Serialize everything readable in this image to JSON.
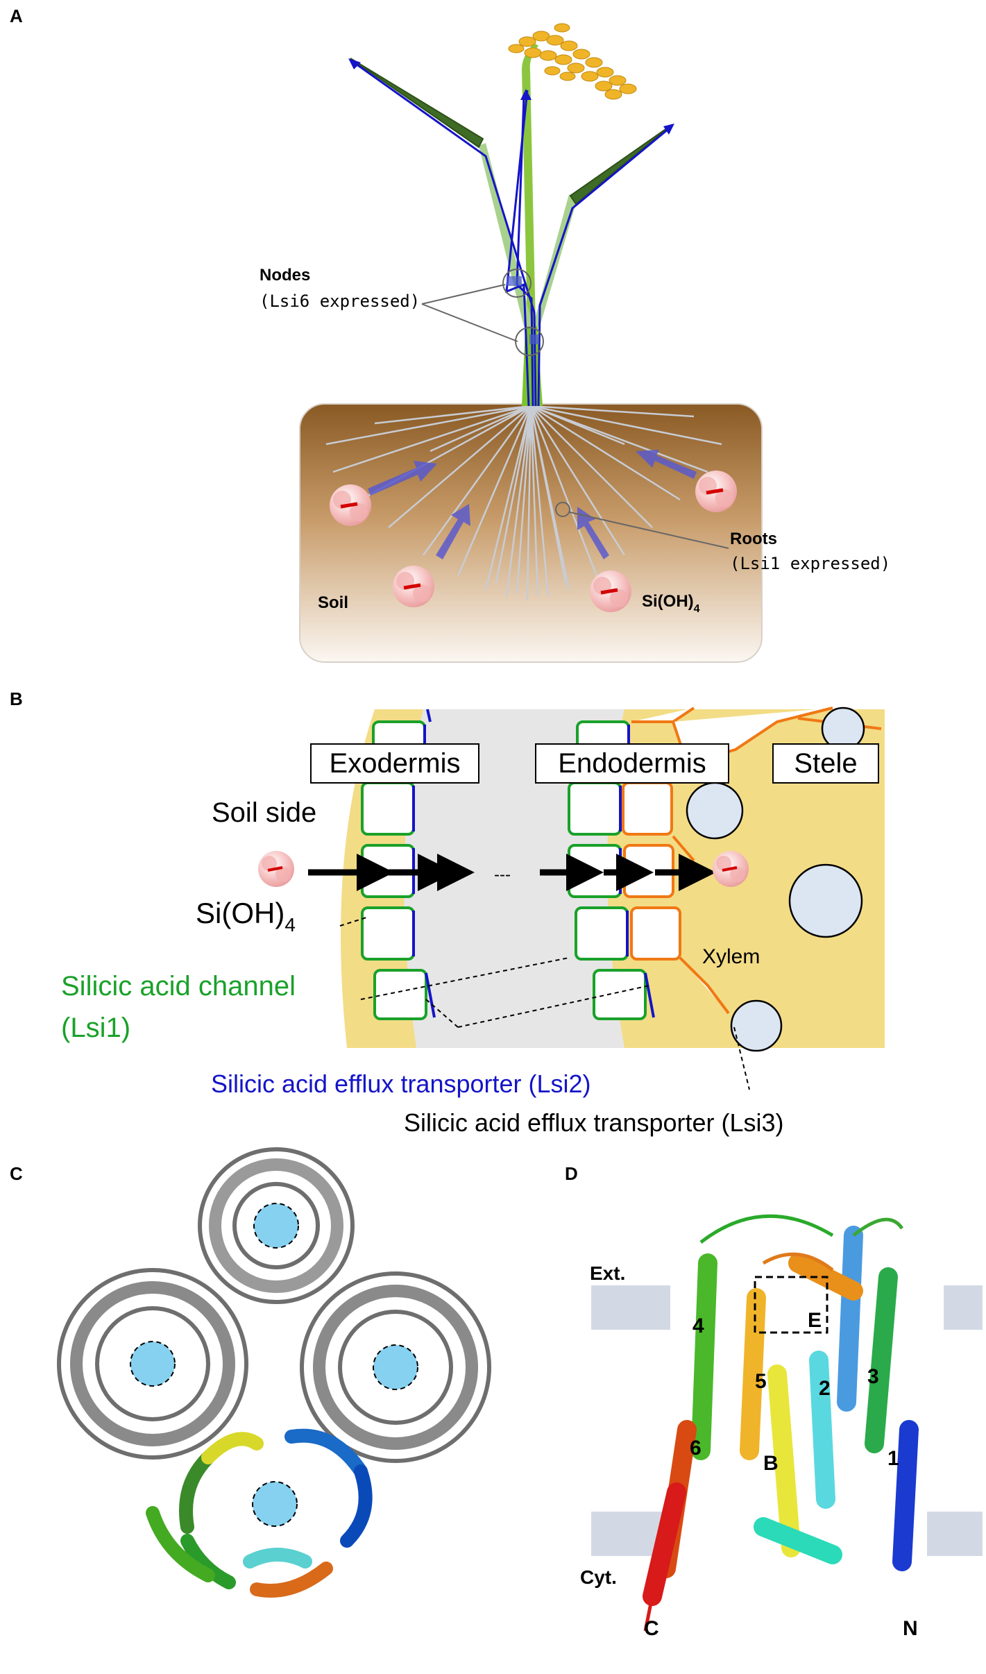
{
  "panels": {
    "a": {
      "letter": "A",
      "nodes_label": "Nodes",
      "nodes_sub": "(Lsi6 expressed)",
      "roots_label": "Roots",
      "roots_sub": "(Lsi1 expressed)",
      "soil_label": "Soil",
      "si_label": "Si(OH)",
      "si_sub": "4"
    },
    "b": {
      "letter": "B",
      "box_exodermis": "Exodermis",
      "box_endodermis": "Endodermis",
      "box_stele": "Stele",
      "soil_side": "Soil side",
      "si_label": "Si(OH)",
      "si_sub": "4",
      "xylem": "Xylem",
      "dashes": "---",
      "channel_line1": "Silicic acid channel",
      "channel_line2": "(Lsi1)",
      "efflux2": "Silicic acid efflux transporter (Lsi2)",
      "efflux3": "Silicic acid efflux transporter (Lsi3)",
      "colors": {
        "lsi1": "#1aa12a",
        "lsi2": "#1414c8",
        "lsi3": "#f07814",
        "cortex": "#f3dc86",
        "air": "#e6e6e6"
      }
    },
    "c": {
      "letter": "C"
    },
    "d": {
      "letter": "D",
      "ext": "Ext.",
      "cyt": "Cyt.",
      "c_term": "C",
      "n_term": "N",
      "helix_labels": [
        "4",
        "5",
        "2",
        "3",
        "6",
        "B",
        "1",
        "E"
      ]
    }
  }
}
